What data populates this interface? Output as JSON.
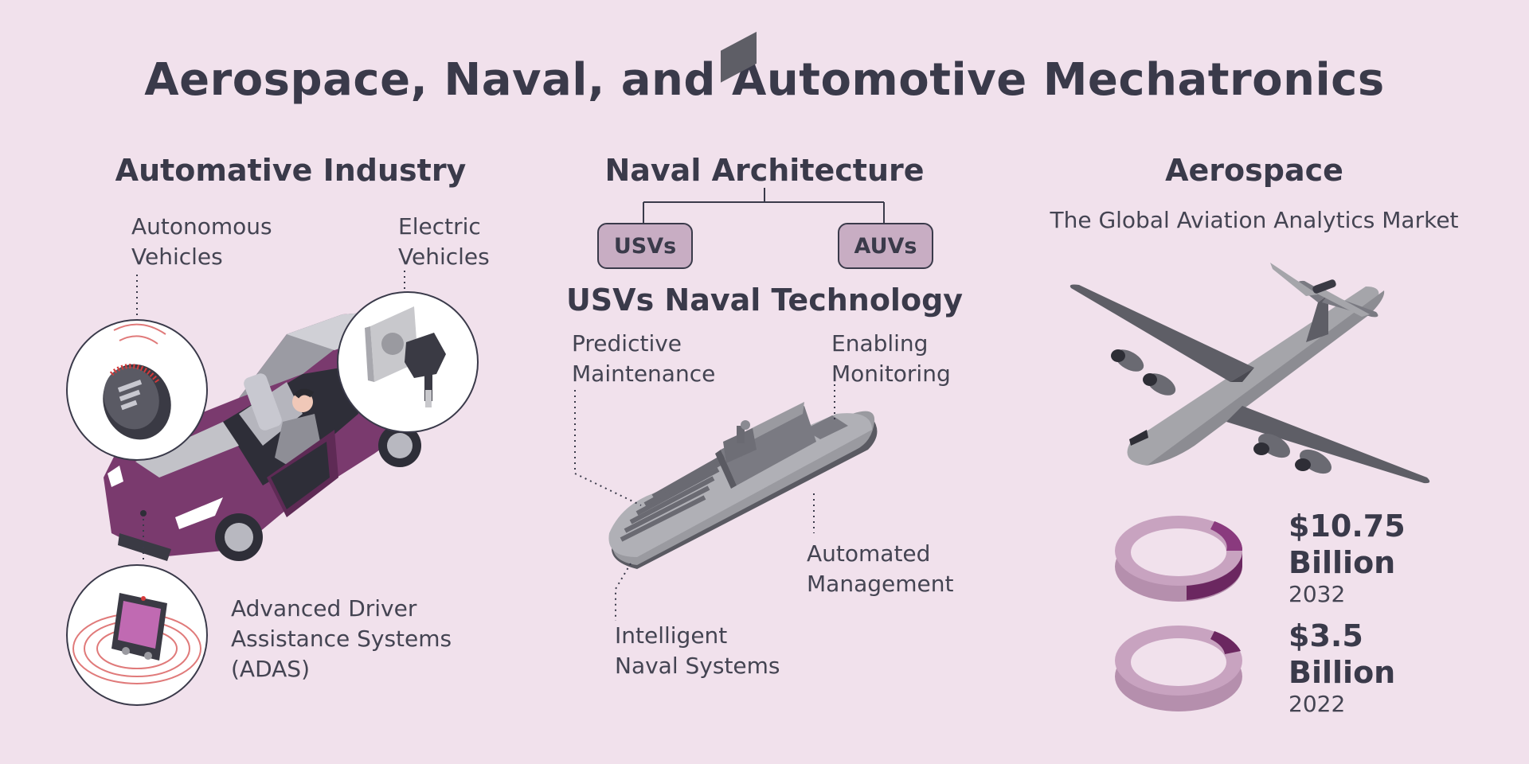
{
  "title": "Aerospace, Naval, and Automotive Mechatronics",
  "automotive": {
    "heading": "Automative Industry",
    "autonomous": "Autonomous\nVehicles",
    "electric": "Electric\nVehicles",
    "adas": "Advanced Driver\nAssistance Systems\n(ADAS)"
  },
  "naval": {
    "heading": "Naval Architecture",
    "usvs": "USVs",
    "auvs": "AUVs",
    "tech_heading": "USVs Naval Technology",
    "predictive": "Predictive\nMaintenance",
    "enabling": "Enabling\nMonitoring",
    "automated": "Automated\nManagement",
    "intelligent": "Intelligent\nNaval Systems"
  },
  "aerospace": {
    "heading": "Aerospace",
    "subheading": "The Global Aviation Analytics Market",
    "stat1_value": "$10.75\nBillion",
    "stat1_year": "2032",
    "stat2_value": "$3.5\nBillion",
    "stat2_year": "2022"
  },
  "colors": {
    "background": "#f1e1ec",
    "car": "#7a3a6e",
    "ring_light": "#c8a3c0",
    "ring_dark": "#6b2760",
    "ship": "#9a9a9a",
    "plane": "#8a8a8a"
  }
}
